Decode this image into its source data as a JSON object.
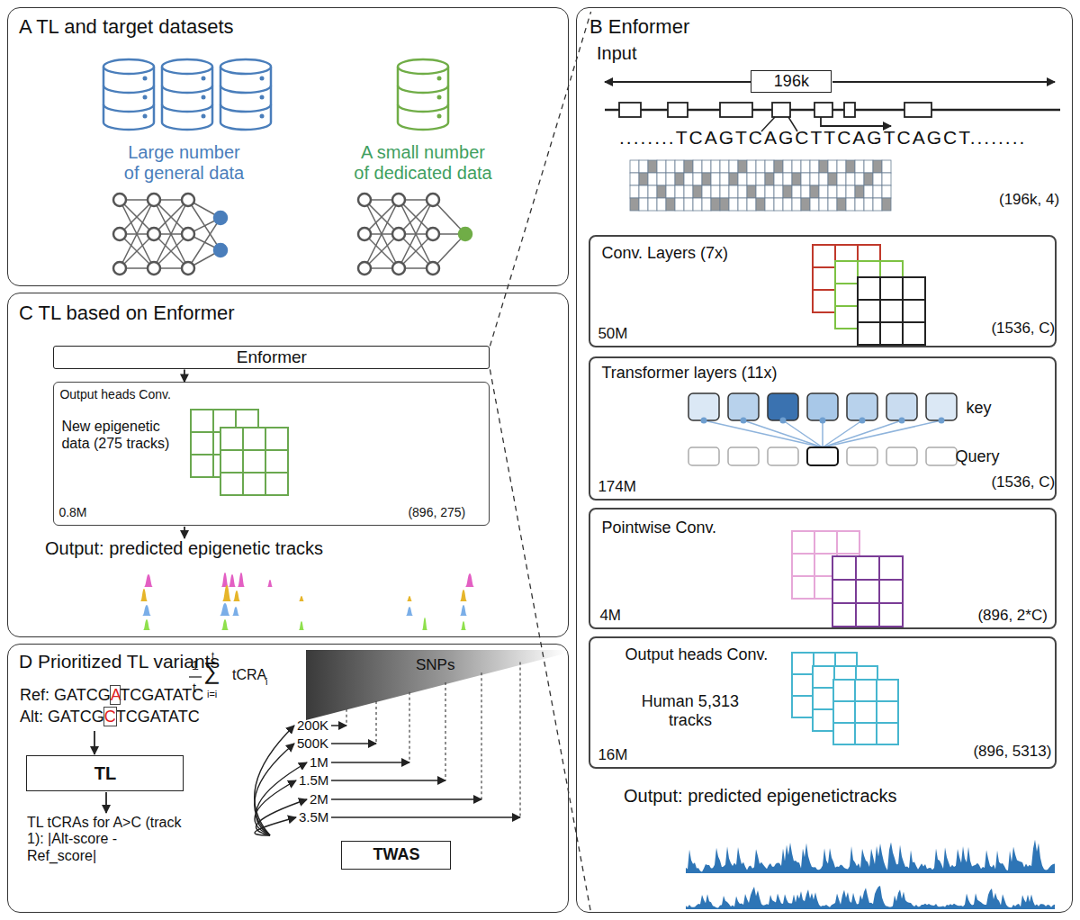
{
  "diagram": {
    "nodes": [
      {
        "text": [
          "A TL and target datasets"
        ]
      },
      {
        "text": [
          "B Enformer"
        ]
      },
      {
        "text": [
          "196k"
        ],
        "in": 1
      },
      {
        "text": [
          "Conv. Layers (7x)",
          "50M",
          "(1536, C)"
        ],
        "in": 1
      },
      {
        "text": [
          "Transformer layers (11x)",
          "key",
          "Query",
          "174M",
          "(1536, C)"
        ],
        "in": 1
      },
      {
        "text": [
          "Pointwise Conv.",
          "4M",
          "(896, 2*C)"
        ],
        "in": 1
      },
      {
        "text": [
          "Output heads Conv.",
          "Human 5,313 tracks",
          "16M",
          "(896, 5313)"
        ],
        "in": 1
      },
      {
        "text": [
          "C TL based on Enformer"
        ]
      },
      {
        "text": [
          "Enformer"
        ],
        "in": 7
      },
      {
        "text": [
          "Output heads Conv.",
          "New epigenetic data (275 tracks)",
          "0.8M",
          "(896, 275)"
        ],
        "in": 7
      },
      {
        "text": [
          "D Prioritized TL variants"
        ]
      },
      {
        "text": [
          "TL"
        ],
        "in": 10
      },
      {
        "text": [
          "TWAS"
        ],
        "in": 10
      }
    ],
    "edges": [
      {
        "from": 8,
        "to": 9,
        "arrow": "to"
      },
      {
        "from": 8,
        "to": 1,
        "arrow": "none"
      },
      {
        "from": 8,
        "to": 1,
        "arrow": "none"
      }
    ],
    "labels": [
      "Large number of general data",
      "A small number of dedicated data",
      "Input",
      "........TCAGTCAGCTTCAGTCAGCT........",
      "(196k, 4)",
      "Output: predicted epigenetictracks",
      "Output: predicted epigenetic tracks",
      "Ref: GATCGATCGATATC",
      "Alt: GATCGCTCGATATC",
      "TL tCRAs for A>C (track 1): |Alt-score - Ref_score|",
      "1",
      "t",
      "∑",
      "t",
      "i=i",
      "tCRA",
      "i",
      "SNPs",
      "200K",
      "500K",
      "1M",
      "1.5M",
      "2M",
      "3.5M"
    ]
  }
}
